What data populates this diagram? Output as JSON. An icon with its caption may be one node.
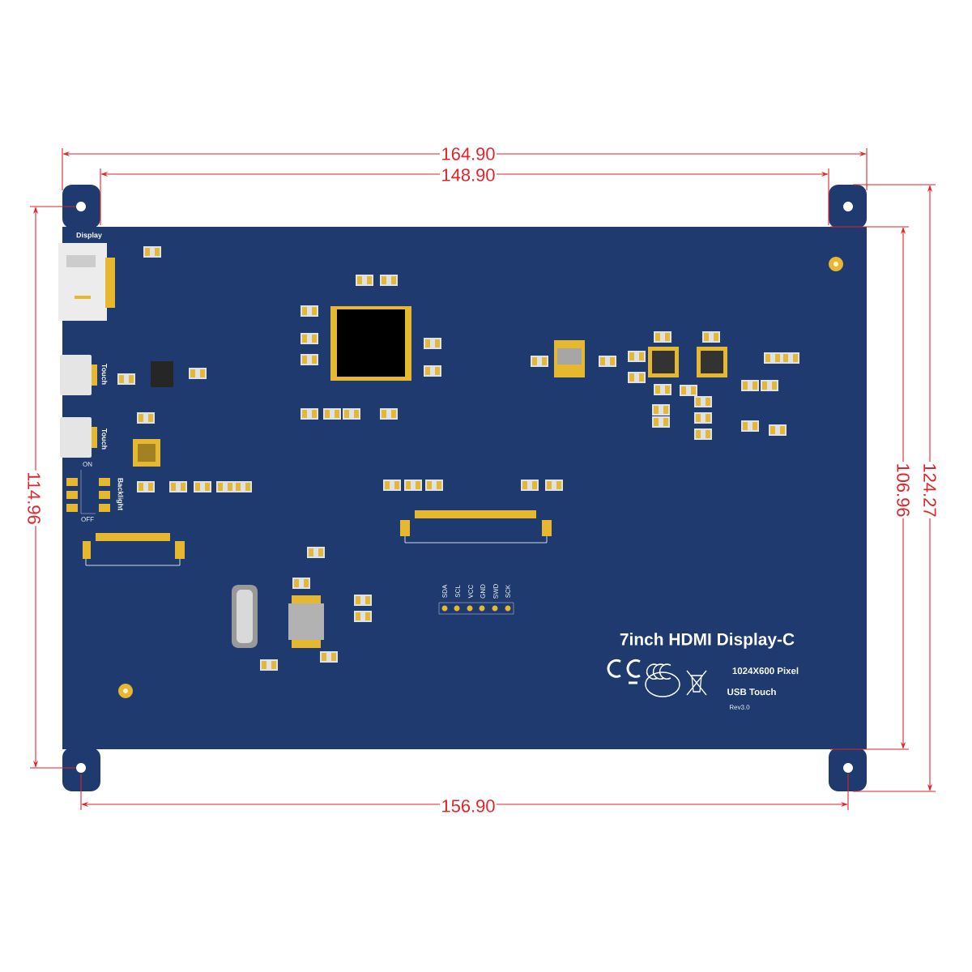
{
  "diagram": {
    "labels": [
      "164.90",
      "148.90",
      "Display",
      "Touch",
      "Touch",
      "ON",
      "Backlight",
      "114.96",
      "106.96",
      "124.27",
      "OFF",
      "SDA",
      "SCL",
      "VCC",
      "GND",
      "SWD",
      "SCK",
      "7inch HDMI Display-C",
      "1024X600 Pixel",
      "USB Touch",
      "Rev3.0",
      "156.90"
    ]
  }
}
